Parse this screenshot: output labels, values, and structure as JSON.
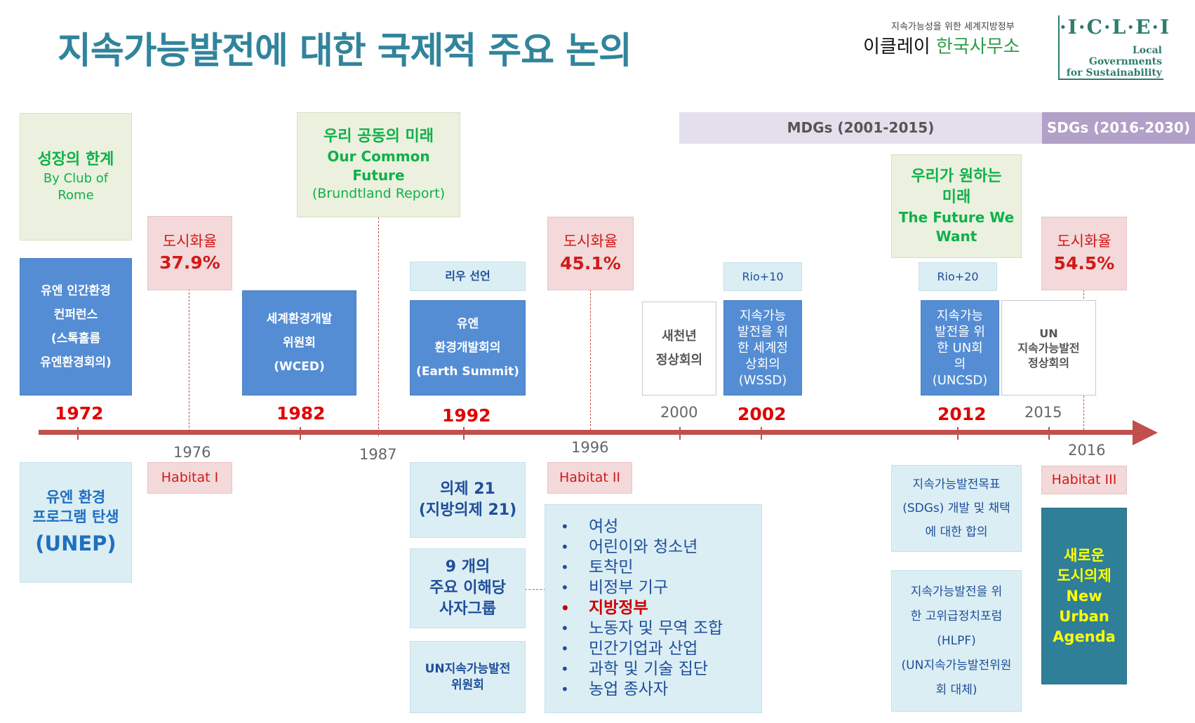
{
  "header": {
    "title": "지속가능발전에 대한 국제적 주요 논의",
    "org_subtitle": "지속가능성을 위한 세계지방정부",
    "org_name_black": "이클레이",
    "org_name_green": "한국사무소",
    "iclei_mark": "·I·C·L·E·I",
    "iclei_line1": "Local",
    "iclei_line2": "Governments",
    "iclei_line3": "for Sustainability"
  },
  "eras": {
    "mdgs": "MDGs (2001-2015)",
    "sdgs": "SDGs (2016-2030)"
  },
  "green_boxes": {
    "limits": {
      "title": "성장의 한계",
      "line1": "By Club of",
      "line2": "Rome"
    },
    "common_future": {
      "title": "우리 공동의 미래",
      "line1": "Our Common",
      "line2": "Future",
      "line3": "(Brundtland Report)"
    },
    "future_we_want": {
      "title1": "우리가 원하는",
      "title2": "미래",
      "line1": "The Future We",
      "line2": "Want"
    }
  },
  "urbanization": {
    "label": "도시화율",
    "u1976": "37.9%",
    "u1996": "45.1%",
    "u2016": "54.5%"
  },
  "labels": {
    "rio_declaration": "리우 선언",
    "rio10": "Rio+10",
    "rio20": "Rio+20"
  },
  "events": {
    "e1972": [
      "유엔 인간환경",
      "컨퍼런스",
      "(스톡홀름",
      "유엔환경회의)"
    ],
    "e1982": [
      "세계환경개발",
      "위원회",
      "(WCED)"
    ],
    "e1992": [
      "유엔",
      "환경개발회의",
      "(Earth Summit)"
    ],
    "e2000": [
      "새천년",
      "정상회의"
    ],
    "e2002": [
      "지속가능",
      "발전을 위",
      "한 세계정",
      "상회의",
      "(WSSD)"
    ],
    "e2012": [
      "지속가능",
      "발전을 위",
      "한 UN회",
      "의",
      "(UNCSD)"
    ],
    "e2015": [
      "UN",
      "지속가능발전",
      "정상회의"
    ]
  },
  "years": {
    "y1972": "1972",
    "y1976": "1976",
    "y1982": "1982",
    "y1987": "1987",
    "y1992": "1992",
    "y1996": "1996",
    "y2000": "2000",
    "y2002": "2002",
    "y2012": "2012",
    "y2015": "2015",
    "y2016": "2016"
  },
  "habitat": {
    "h1": "Habitat I",
    "h2": "Habitat II",
    "h3": "Habitat III"
  },
  "outcomes": {
    "unep": [
      "유엔 환경",
      "프로그램 탄생",
      "(UNEP)"
    ],
    "agenda21": [
      "의제 21",
      "(지방의제 21)"
    ],
    "major_groups": [
      "9 개의",
      "주요 이해당",
      "사자그룹"
    ],
    "uncsd_commission": [
      "UN지속가능발전",
      "위원회"
    ],
    "sdgs_agreement": [
      "지속가능발전목표",
      "(SDGs) 개발 및 채택",
      "에 대한 합의"
    ],
    "hlpf": [
      "지속가능발전을 위",
      "한 고위급정치포럼",
      "(HLPF)",
      "(UN지속가능발전위원",
      "회 대체)"
    ],
    "new_urban_agenda": [
      "새로운",
      "도시의제",
      "New",
      "Urban",
      "Agenda"
    ]
  },
  "stakeholders": [
    "여성",
    "어린이와 청소년",
    "토착민",
    "비정부 기구",
    "지방정부",
    "노동자 및 무역 조합",
    "민간기업과 산업",
    "과학 및 기술 집단",
    "농업 종사자"
  ],
  "colors": {
    "title": "#31849b",
    "timeline": "#c0504d",
    "year_red": "#e00000",
    "mdgs_band": "#e4dfec",
    "sdgs_band": "#b1a0c7"
  }
}
